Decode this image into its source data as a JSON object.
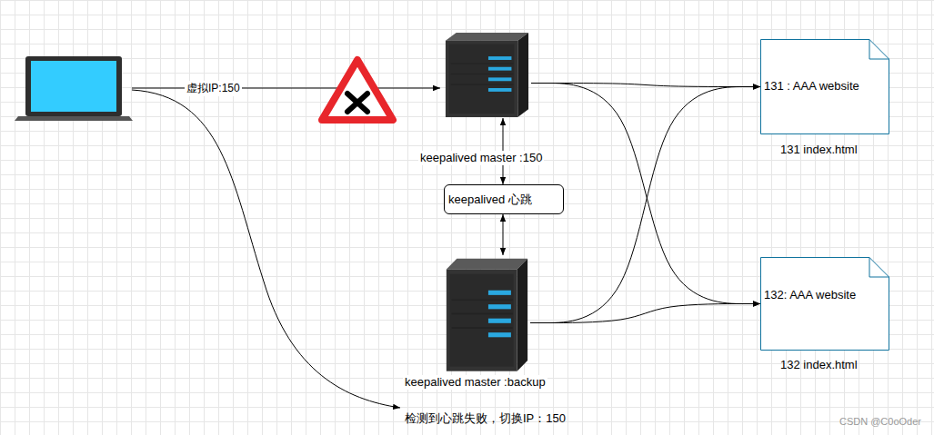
{
  "diagram": {
    "nodes": [
      {
        "text": [
          "keepalived master :150"
        ]
      },
      {
        "text": [
          "keepalived 心跳"
        ]
      },
      {
        "text": [
          "keepalived master :backup"
        ]
      },
      {
        "text": [
          "131 : AAA website",
          "131 index.html"
        ]
      },
      {
        "text": [
          "132: AAA website",
          "132 index.html"
        ]
      }
    ],
    "edges": [
      {
        "from": 0,
        "to": 1,
        "arrow": "both"
      },
      {
        "from": 1,
        "to": 2,
        "arrow": "both"
      },
      {
        "from": 0,
        "to": 3,
        "arrow": "to"
      },
      {
        "from": 0,
        "to": 4,
        "arrow": "to"
      },
      {
        "from": 2,
        "to": 3,
        "arrow": "to"
      },
      {
        "from": 2,
        "to": 4,
        "arrow": "to"
      }
    ],
    "labels": [
      "虚拟IP:150",
      "检测到心跳失败，切换IP：150",
      "CSDN @C0oOder"
    ]
  }
}
